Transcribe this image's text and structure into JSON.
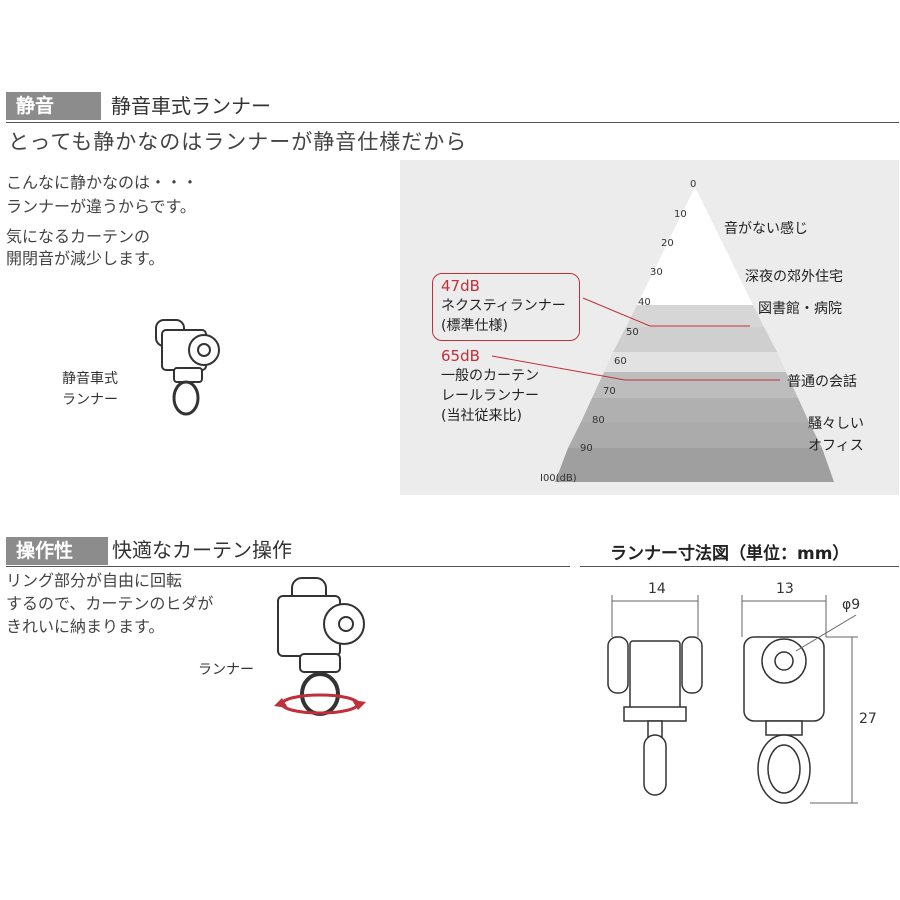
{
  "section1": {
    "tag": "静音",
    "title": "静音車式ランナー",
    "subtitle": "とっても静かなのはランナーが静音仕様だから",
    "desc1": [
      "こんなに静かなのは・・・",
      "ランナーが違うからです。"
    ],
    "desc2": [
      "気になるカーテンの",
      "開閉音が減少します。"
    ],
    "runner_label": [
      "静音車式",
      "ランナー"
    ]
  },
  "noise_chart": {
    "ticks": [
      "0",
      "10",
      "20",
      "30",
      "40",
      "50",
      "60",
      "70",
      "80",
      "90",
      "I00(dB)"
    ],
    "levels": [
      {
        "label": "音がない感じ"
      },
      {
        "label": "深夜の郊外住宅"
      },
      {
        "label": "図書館・病院"
      },
      {
        "label": "普通の会話"
      },
      {
        "label": [
          "騒々しい",
          "オフィス"
        ]
      }
    ],
    "callout1": {
      "db": "47dB",
      "text": [
        "ネクスティランナー",
        "(標準仕様)"
      ]
    },
    "callout2": {
      "db": "65dB",
      "text": [
        "一般のカーテン",
        "レールランナー",
        "(当社従来比)"
      ]
    },
    "colors": {
      "accent_red": "#c0303a",
      "panel": "#ececec"
    }
  },
  "section2": {
    "tag": "操作性",
    "title": "快適なカーテン操作",
    "desc": [
      "リング部分が自由に回転",
      "するので、カーテンのヒダが",
      "きれいに納まります。"
    ],
    "runner_label": "ランナー"
  },
  "dimensions": {
    "title": "ランナー寸法図（単位：mm）",
    "width_side": "14",
    "width_front": "13",
    "diameter": "φ9",
    "height": "27"
  }
}
